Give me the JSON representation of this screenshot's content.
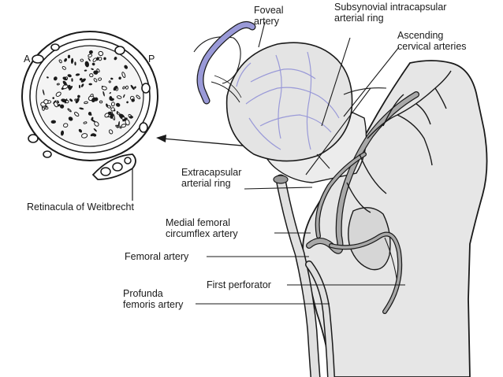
{
  "labels": {
    "foveal": [
      "Foveal",
      "artery"
    ],
    "subsynovial": [
      "Subsynovial intracapsular",
      "arterial ring"
    ],
    "ascending": [
      "Ascending",
      "cervical arteries"
    ],
    "extracapsular": [
      "Extracapsular",
      "arterial ring"
    ],
    "medial_femoral": [
      "Medial femoral",
      "circumflex artery"
    ],
    "femoral_artery": "Femoral artery",
    "first_perforator": "First perforator",
    "profunda": [
      "Profunda",
      "femoris artery"
    ],
    "retinacula": "Retinacula of Weitbrecht",
    "anterior": "A",
    "posterior": "P"
  },
  "colors": {
    "outline": "#1a1a1a",
    "bone_fill": "#e6e6e6",
    "bone_shadow": "#cfcfcf",
    "vessel": "#9a9a9a",
    "head_vessel": "#9a9ad8"
  }
}
